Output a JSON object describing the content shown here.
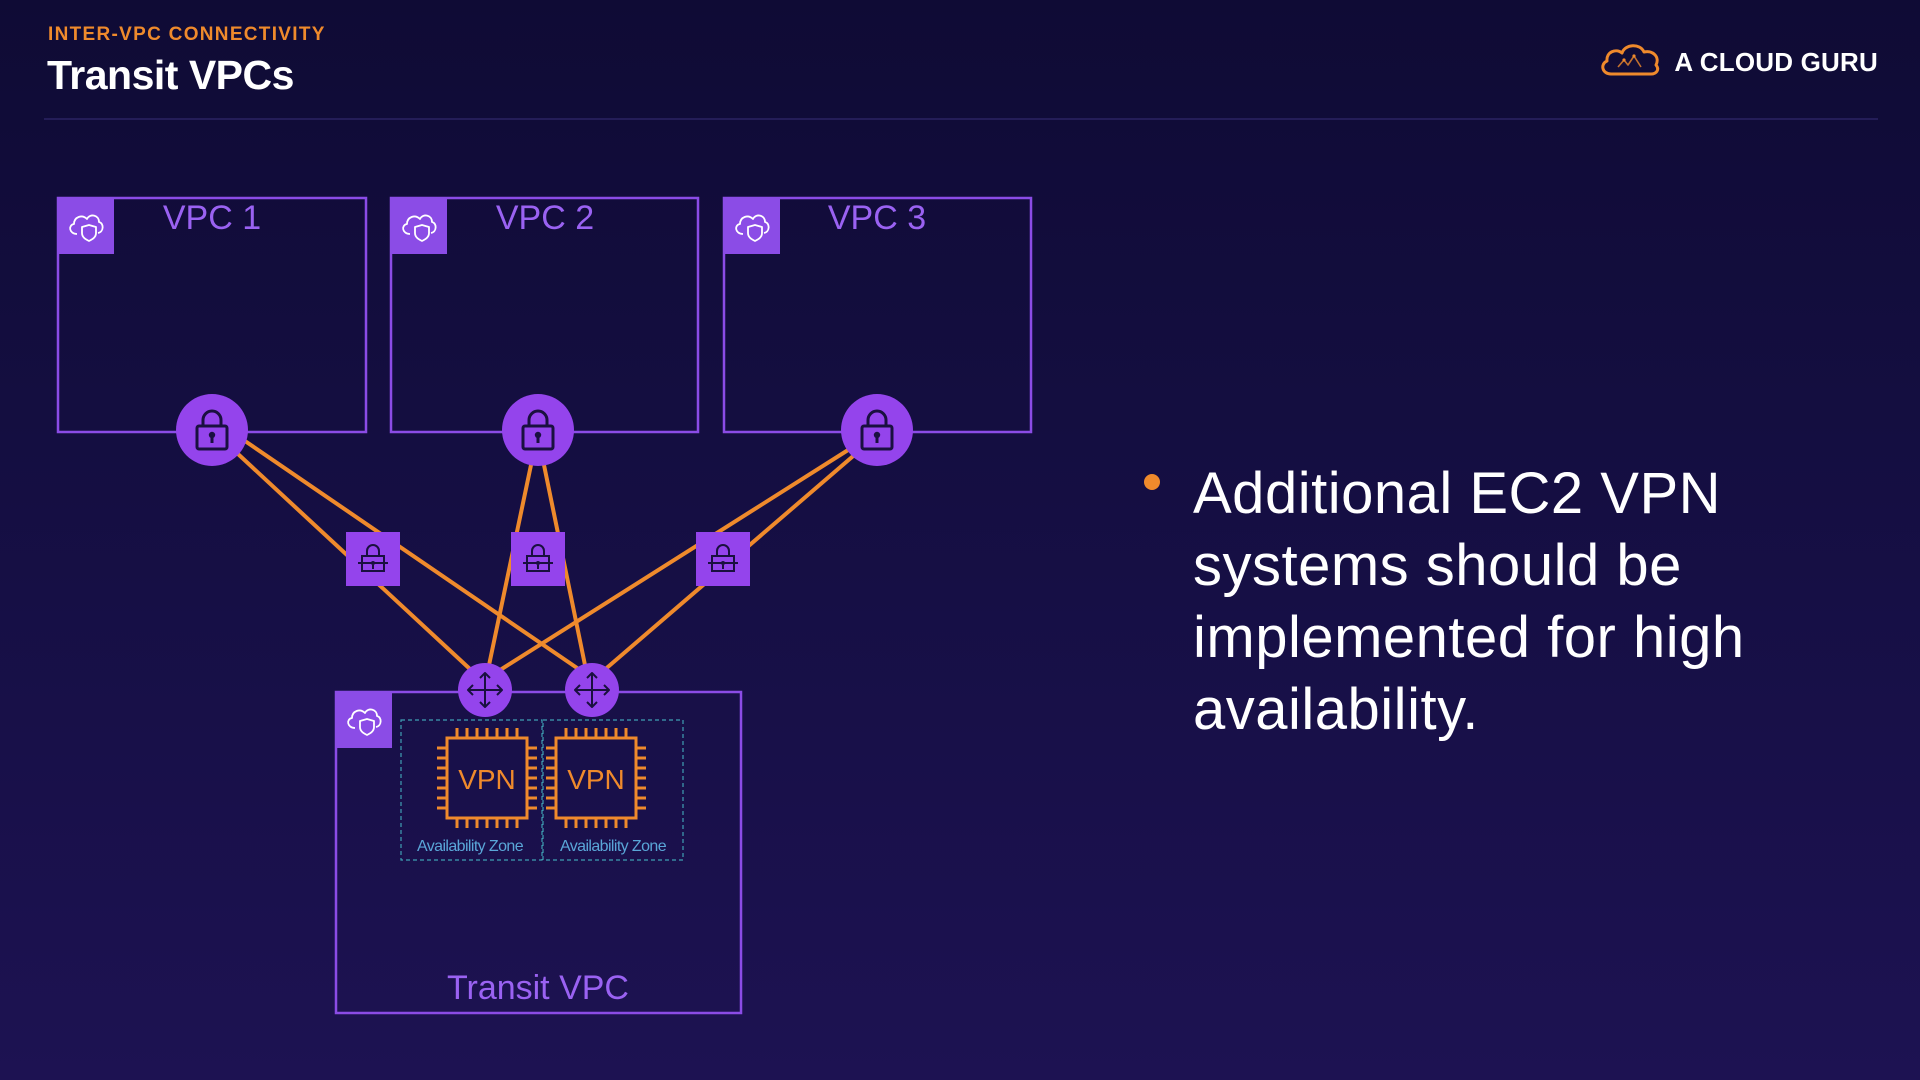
{
  "header": {
    "eyebrow": "INTER-VPC CONNECTIVITY",
    "title": "Transit VPCs"
  },
  "brand": {
    "name": "A CLOUD GURU",
    "icon": "cloud-logo-icon",
    "accent_color": "#ef8a2c"
  },
  "diagram": {
    "vpcs": [
      {
        "label": "VPC 1"
      },
      {
        "label": "VPC 2"
      },
      {
        "label": "VPC 3"
      }
    ],
    "transit_vpc": {
      "label": "Transit VPC"
    },
    "instances": [
      {
        "label": "VPN",
        "zone": "Availability Zone"
      },
      {
        "label": "VPN",
        "zone": "Availability Zone"
      }
    ],
    "icons": {
      "vpc_badge": "cloud-shield-icon",
      "gateway": "vpn-gateway-lock-icon",
      "connection": "vpn-connection-icon",
      "router": "router-icon",
      "instance": "ec2-chip-icon"
    },
    "colors": {
      "vpc_border": "#8b4ce6",
      "node_fill": "#9444ec",
      "link": "#ef8a2c",
      "az_border": "#3f9fb3",
      "zone_text": "#5aa6d8",
      "label": "#9a62f2"
    }
  },
  "bullets": [
    {
      "text": "Additional EC2 VPN systems should be implemented for high availability."
    }
  ]
}
